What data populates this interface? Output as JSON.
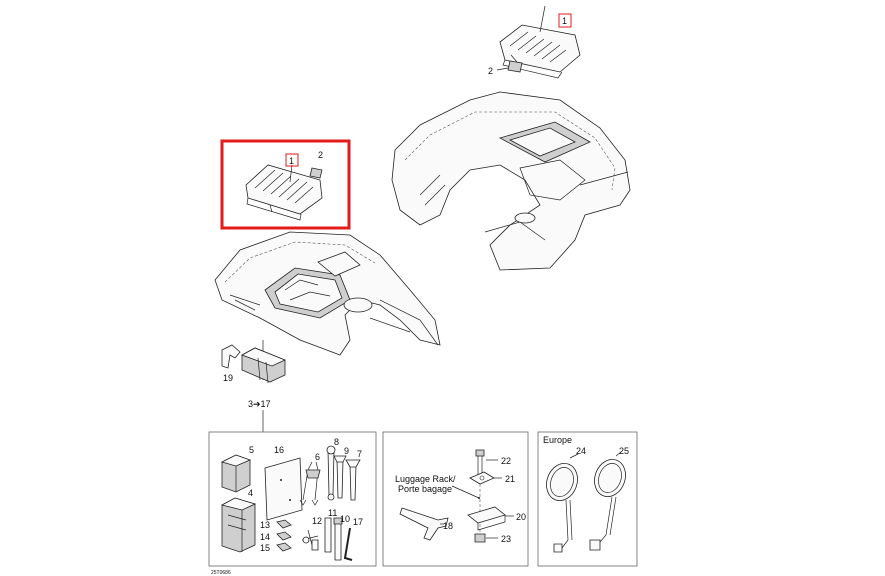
{
  "callouts": {
    "top_cover": "1",
    "top_clip": "2",
    "hl_cover": "1",
    "hl_clip": "2",
    "left_clip": "19",
    "kit": "3➔17",
    "manual": "5",
    "pouch": "4",
    "sheet": "16",
    "pliers": "6",
    "wrench8": "8",
    "wrench9": "9",
    "wrench7": "7",
    "small13": "13",
    "small14": "14",
    "small15": "15",
    "plug12": "12",
    "tool11": "11",
    "tool10": "10",
    "hex17": "17",
    "bolt22": "22",
    "washer21": "21",
    "plate20": "20",
    "bracket18": "18",
    "nut23": "23",
    "mirror24": "24",
    "mirror25": "25"
  },
  "rack_label_en": "Luggage Rack/",
  "rack_label_fr": "Porte bagage",
  "europe_label": "Europe",
  "drawing_code": "25T0686",
  "colors": {
    "highlight": "#e31b1b",
    "line": "#222222",
    "box": "#666666"
  }
}
